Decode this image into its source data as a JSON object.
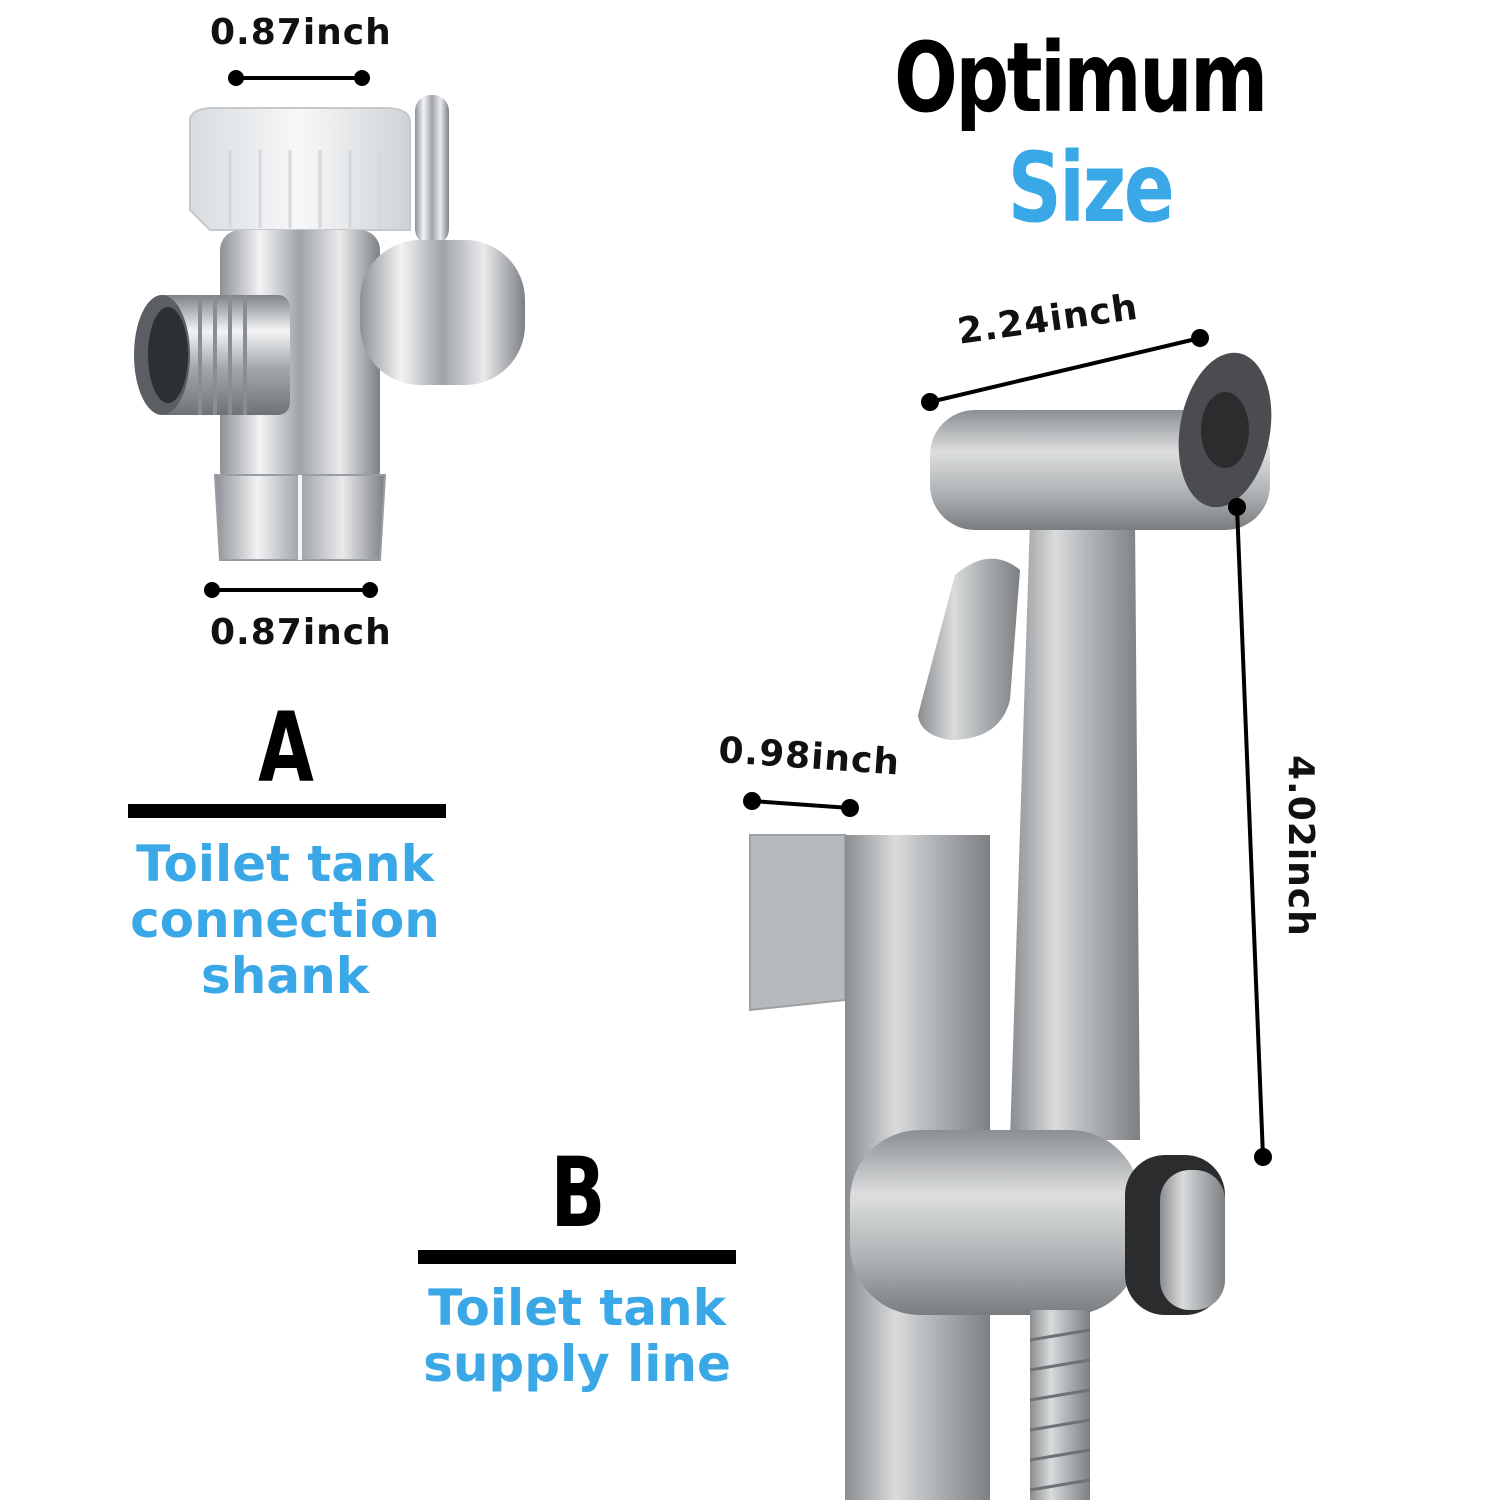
{
  "heading": {
    "line1": "Optimum",
    "line2": "Size"
  },
  "colors": {
    "accent_blue": "#3aa8e6",
    "black": "#000000",
    "steel": "#b9bcbf"
  },
  "valve": {
    "top_dimension": "0.87inch",
    "bottom_dimension": "0.87inch",
    "letter": "A",
    "caption": [
      "Toilet tank",
      "connection",
      "shank"
    ]
  },
  "sprayer": {
    "head_dimension": "2.24inch",
    "height_dimension": "4.02inch",
    "holder_dimension": "0.98inch",
    "letter": "B",
    "caption": [
      "Toilet tank",
      "supply line"
    ]
  }
}
